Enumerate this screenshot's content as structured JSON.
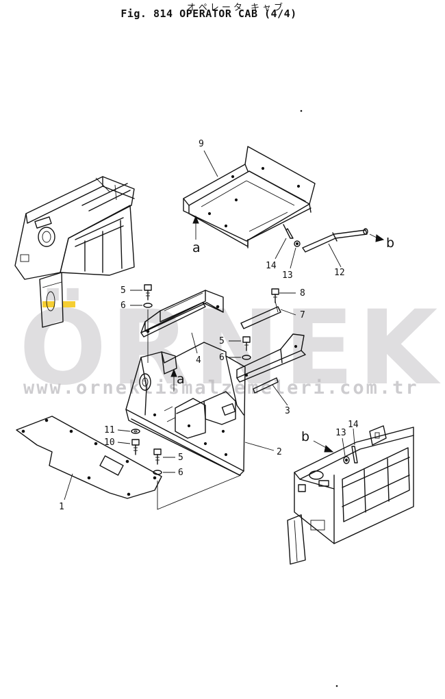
{
  "header": {
    "japanese_title": "オペレータ キャブ",
    "figure_title": "Fig. 814 OPERATOR CAB (4/4)"
  },
  "watermark": {
    "brand": "ÖRNEK",
    "url": "www.orneklismalzemeleri.com.tr",
    "accent_color": "#f2c200"
  },
  "callouts": {
    "n1": "1",
    "n2": "2",
    "n3": "3",
    "n4": "4",
    "n5a": "5",
    "n5b": "5",
    "n5c": "5",
    "n6a": "6",
    "n6b": "6",
    "n6c": "6",
    "n7": "7",
    "n8": "8",
    "n9": "9",
    "n10": "10",
    "n11": "11",
    "n12": "12",
    "n13a": "13",
    "n13b": "13",
    "n14a": "14",
    "n14b": "14",
    "ref_a1": "a",
    "ref_a2": "a",
    "ref_b1": "b",
    "ref_b2": "b"
  }
}
